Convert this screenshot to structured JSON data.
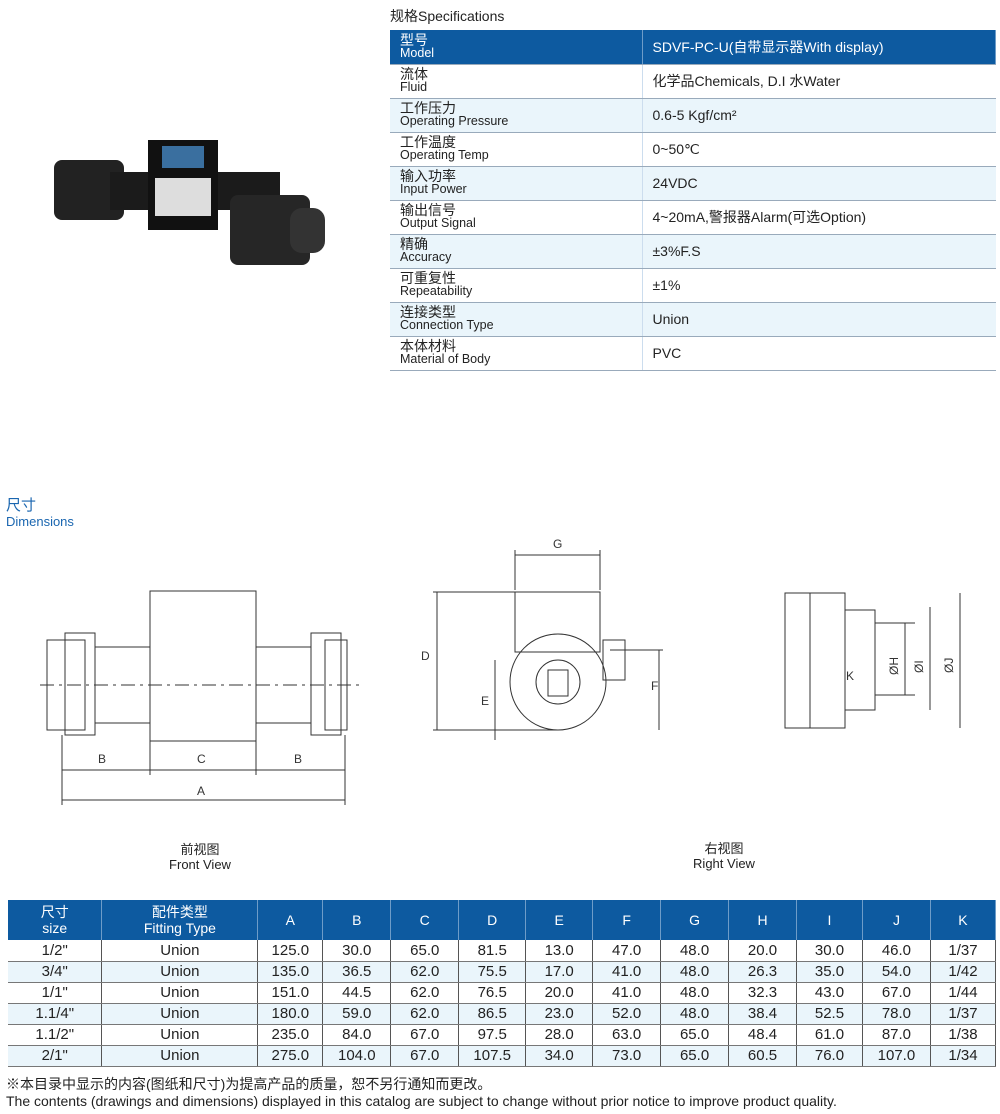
{
  "spec": {
    "title": "规格Specifications",
    "rows": [
      {
        "cn": "型号",
        "en": "Model",
        "value": "SDVF-PC-U(自带显示器With display)"
      },
      {
        "cn": "流体",
        "en": "Fluid",
        "value": "化学品Chemicals, D.I 水Water"
      },
      {
        "cn": "工作压力",
        "en": "Operating Pressure",
        "value": "0.6-5 Kgf/cm²"
      },
      {
        "cn": "工作温度",
        "en": "Operating Temp",
        "value": "0~50℃"
      },
      {
        "cn": "输入功率",
        "en": "Input Power",
        "value": "24VDC"
      },
      {
        "cn": "输出信号",
        "en": "Output Signal",
        "value": "4~20mA,警报器Alarm(可选Option)"
      },
      {
        "cn": "精确",
        "en": "Accuracy",
        "value": "±3%F.S"
      },
      {
        "cn": "可重复性",
        "en": "Repeatability",
        "value": "±1%"
      },
      {
        "cn": "连接类型",
        "en": "Connection Type",
        "value": "Union"
      },
      {
        "cn": "本体材料",
        "en": "Material of Body",
        "value": "PVC"
      }
    ]
  },
  "dimensions": {
    "title_cn": "尺寸",
    "title_en": "Dimensions",
    "front_view": {
      "cn": "前视图",
      "en": "Front View",
      "labels": [
        "B",
        "C",
        "B",
        "A"
      ]
    },
    "right_view": {
      "cn": "右视图",
      "en": "Right View",
      "labels": [
        "G",
        "D",
        "E",
        "F"
      ]
    },
    "section_labels": [
      "K",
      "ØH",
      "ØI",
      "ØJ"
    ]
  },
  "table": {
    "headers": [
      {
        "cn": "尺寸",
        "en": "size"
      },
      {
        "cn": "配件类型",
        "en": "Fitting Type"
      },
      "A",
      "B",
      "C",
      "D",
      "E",
      "F",
      "G",
      "H",
      "I",
      "J",
      "K"
    ],
    "rows": [
      [
        "1/2\"",
        "Union",
        "125.0",
        "30.0",
        "65.0",
        "81.5",
        "13.0",
        "47.0",
        "48.0",
        "20.0",
        "30.0",
        "46.0",
        "1/37"
      ],
      [
        "3/4\"",
        "Union",
        "135.0",
        "36.5",
        "62.0",
        "75.5",
        "17.0",
        "41.0",
        "48.0",
        "26.3",
        "35.0",
        "54.0",
        "1/42"
      ],
      [
        "1/1\"",
        "Union",
        "151.0",
        "44.5",
        "62.0",
        "76.5",
        "20.0",
        "41.0",
        "48.0",
        "32.3",
        "43.0",
        "67.0",
        "1/44"
      ],
      [
        "1.1/4\"",
        "Union",
        "180.0",
        "59.0",
        "62.0",
        "86.5",
        "23.0",
        "52.0",
        "48.0",
        "38.4",
        "52.5",
        "78.0",
        "1/37"
      ],
      [
        "1.1/2\"",
        "Union",
        "235.0",
        "84.0",
        "67.0",
        "97.5",
        "28.0",
        "63.0",
        "65.0",
        "48.4",
        "61.0",
        "87.0",
        "1/38"
      ],
      [
        "2/1\"",
        "Union",
        "275.0",
        "104.0",
        "67.0",
        "107.5",
        "34.0",
        "73.0",
        "65.0",
        "60.5",
        "76.0",
        "107.0",
        "1/34"
      ]
    ]
  },
  "note": {
    "cn": "※本目录中显示的内容(图纸和尺寸)为提高产品的质量，恕不另行通知而更改。",
    "en": "The contents (drawings and dimensions) displayed in this catalog are subject to change without prior notice to improve product quality."
  }
}
